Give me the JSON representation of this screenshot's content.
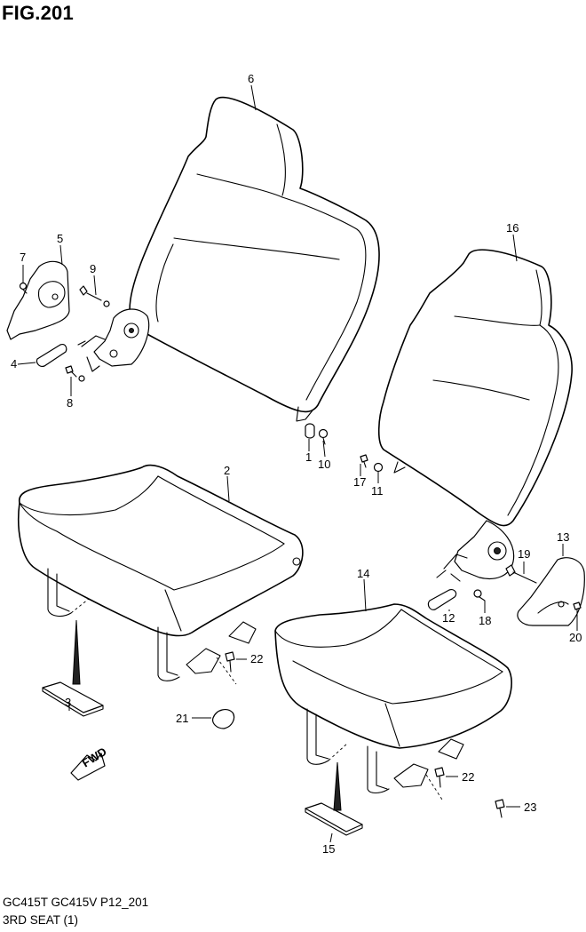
{
  "header": {
    "figure": "FIG.201"
  },
  "footer": {
    "model": "GC415T GC415V P12_201",
    "name": "3RD SEAT (1)"
  },
  "fwd_label": "FWD",
  "callouts": {
    "c1": "1",
    "c2": "2",
    "c3": "3",
    "c4": "4",
    "c5": "5",
    "c6": "6",
    "c7": "7",
    "c8": "8",
    "c9": "9",
    "c10": "10",
    "c11": "11",
    "c12": "12",
    "c13": "13",
    "c14": "14",
    "c15": "15",
    "c16": "16",
    "c17": "17",
    "c18": "18",
    "c19": "19",
    "c20": "20",
    "c21": "21",
    "c22a": "22",
    "c22b": "22",
    "c23": "23"
  }
}
